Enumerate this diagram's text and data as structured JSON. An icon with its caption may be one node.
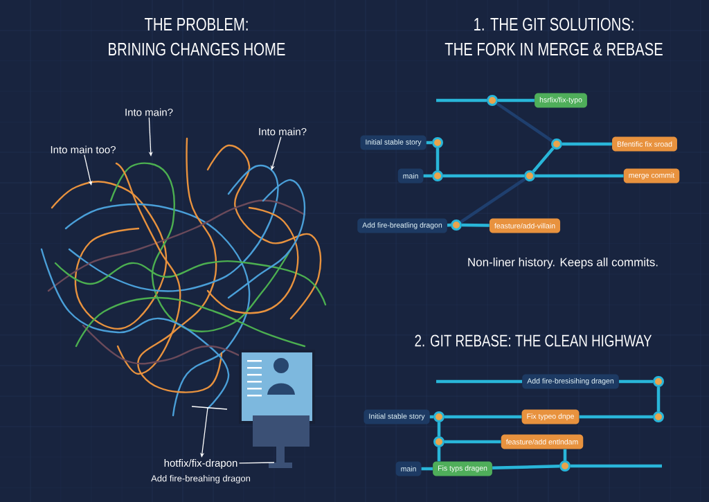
{
  "diagram": {
    "nodes": [
      {
        "text": [
          "Into main?"
        ]
      },
      {
        "text": [
          "Into main?"
        ]
      },
      {
        "text": [
          "Into main too?"
        ]
      },
      {
        "text": [
          "hotfix/fix-drapon"
        ]
      },
      {
        "text": [
          "hsrfix/fix-typo"
        ]
      },
      {
        "text": [
          "Initial stable story"
        ]
      },
      {
        "text": [
          "main"
        ]
      },
      {
        "text": [
          "Bfentific fix sroad"
        ]
      },
      {
        "text": [
          "merge commit"
        ]
      },
      {
        "text": [
          "Add fire-breatling dragon"
        ]
      },
      {
        "text": [
          "feasture/add-villain"
        ]
      },
      {
        "text": [],
        "shape": "circle"
      },
      {
        "text": [],
        "shape": "circle"
      },
      {
        "text": [],
        "shape": "circle"
      },
      {
        "text": [],
        "shape": "circle"
      },
      {
        "text": [],
        "shape": "circle"
      },
      {
        "text": [],
        "shape": "circle"
      },
      {
        "text": [
          "Add fire-bresisihing dragen"
        ]
      },
      {
        "text": [
          "Initial stable story"
        ]
      },
      {
        "text": [
          "Fix typeo dnpe"
        ]
      },
      {
        "text": [
          "feasture/add entlndam"
        ]
      },
      {
        "text": [
          "main"
        ]
      },
      {
        "text": [
          "Fis typs dragen"
        ]
      },
      {
        "text": [],
        "shape": "circle"
      },
      {
        "text": [],
        "shape": "circle"
      },
      {
        "text": [],
        "shape": "circle"
      },
      {
        "text": [],
        "shape": "circle"
      },
      {
        "text": [],
        "shape": "circle"
      }
    ],
    "edges": [
      {
        "from": 0,
        "to": null,
        "arrow": "to",
        "color": "#ffffff"
      },
      {
        "from": 1,
        "to": null,
        "arrow": "to",
        "color": "#ffffff"
      },
      {
        "from": 2,
        "to": null,
        "arrow": "to",
        "color": "#ffffff"
      },
      {
        "from": null,
        "to": 3,
        "arrow": "to",
        "color": "#ffffff"
      },
      {
        "from": 3,
        "to": null,
        "arrow": "none",
        "color": "#ffffff"
      },
      {
        "from": null,
        "to": 11,
        "arrow": "none"
      },
      {
        "from": 11,
        "to": 4,
        "arrow": "none"
      },
      {
        "from": 5,
        "to": 12,
        "arrow": "none"
      },
      {
        "from": 12,
        "to": 13,
        "arrow": "none"
      },
      {
        "from": 6,
        "to": 13,
        "arrow": "none"
      },
      {
        "from": 13,
        "to": 15,
        "arrow": "none"
      },
      {
        "from": 15,
        "to": 8,
        "arrow": "none"
      },
      {
        "from": 15,
        "to": 14,
        "arrow": "none"
      },
      {
        "from": 14,
        "to": 7,
        "arrow": "none"
      },
      {
        "from": 11,
        "to": 14,
        "arrow": "none",
        "color": "#1f3f6e"
      },
      {
        "from": 16,
        "to": 15,
        "arrow": "none",
        "color": "#1f3f6e"
      },
      {
        "from": 9,
        "to": 16,
        "arrow": "none"
      },
      {
        "from": 16,
        "to": 10,
        "arrow": "none"
      },
      {
        "from": null,
        "to": 17,
        "arrow": "none"
      },
      {
        "from": 17,
        "to": 23,
        "arrow": "none"
      },
      {
        "from": 23,
        "to": 25,
        "arrow": "none"
      },
      {
        "from": 18,
        "to": 24,
        "arrow": "none"
      },
      {
        "from": 24,
        "to": 19,
        "arrow": "none"
      },
      {
        "from": 19,
        "to": 25,
        "arrow": "none"
      },
      {
        "from": 24,
        "to": 26,
        "arrow": "none"
      },
      {
        "from": 26,
        "to": 20,
        "arrow": "none"
      },
      {
        "from": 26,
        "to": 22,
        "arrow": "none"
      },
      {
        "from": 21,
        "to": 22,
        "arrow": "none"
      },
      {
        "from": 22,
        "to": 27,
        "arrow": "none"
      },
      {
        "from": 20,
        "to": 27,
        "arrow": "none"
      },
      {
        "from": 27,
        "to": null,
        "arrow": "none"
      }
    ],
    "labels": [
      "THE PROBLEM:",
      "BRINING CHANGES HOME",
      "1. THE GIT SOLUTIONS:",
      "THE FORK IN MERGE & REBASE",
      "Non-liner history. Keeps all commits.",
      "2. GIT REBASE: THE CLEAN HIGHWAY",
      "Add fire-breahing dragon"
    ]
  }
}
